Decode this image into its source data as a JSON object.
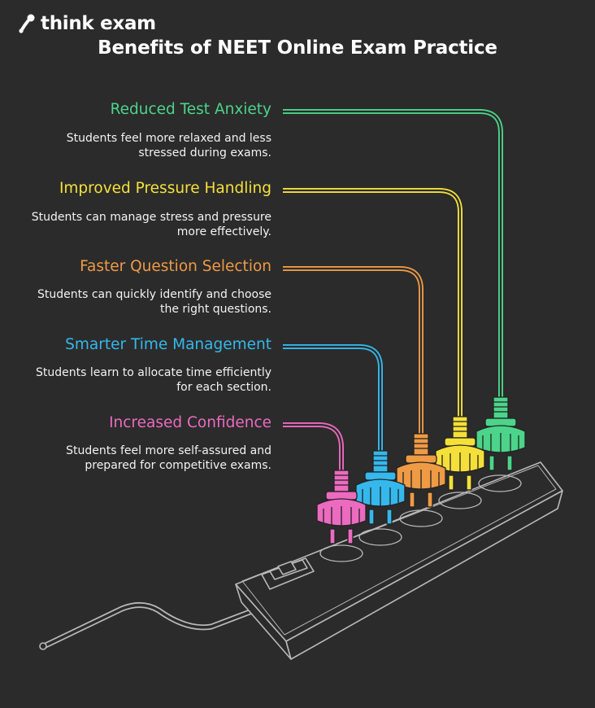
{
  "brand": {
    "name": "think exam"
  },
  "title": "Benefits of NEET Online Exam Practice",
  "colors": {
    "background": "#2b2b2b",
    "green": "#4cd48a",
    "yellow": "#f5e03a",
    "orange": "#ef9a45",
    "blue": "#35b8ec",
    "pink": "#ec6ac0",
    "outline": "#b8b8b8"
  },
  "items": [
    {
      "title": "Reduced Test Anxiety",
      "desc": "Students feel more relaxed and less stressed during exams.",
      "color": "#4cd48a"
    },
    {
      "title": "Improved Pressure Handling",
      "desc": "Students can manage stress and pressure more effectively.",
      "color": "#f5e03a"
    },
    {
      "title": "Faster Question Selection",
      "desc": "Students can quickly identify and choose the right questions.",
      "color": "#ef9a45"
    },
    {
      "title": "Smarter Time Management",
      "desc": "Students learn to allocate time efficiently for each section.",
      "color": "#35b8ec"
    },
    {
      "title": "Increased Confidence",
      "desc": "Students feel more self-assured and prepared for competitive exams.",
      "color": "#ec6ac0"
    }
  ]
}
